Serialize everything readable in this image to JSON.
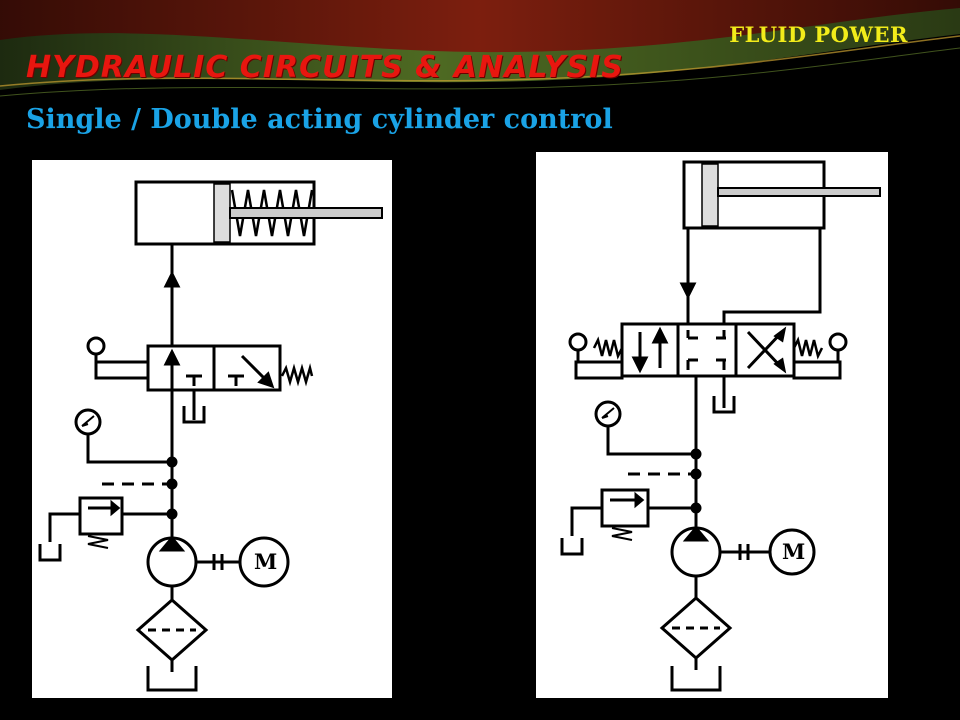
{
  "header": {
    "course_tag": "FLUID POWER",
    "title": "HYDRAULIC CIRCUITS & ANALYSIS",
    "subtitle": "Single / Double acting cylinder control"
  },
  "diagrams": {
    "single_acting": {
      "motor_label": "M"
    },
    "double_acting": {
      "motor_label": "M"
    }
  },
  "colors": {
    "background": "#000000",
    "course_tag": "#f2ec1a",
    "title": "#e8160f",
    "subtitle": "#1aa3e6",
    "banner_green": "#3e5a1a",
    "banner_red": "#7a1a10"
  }
}
